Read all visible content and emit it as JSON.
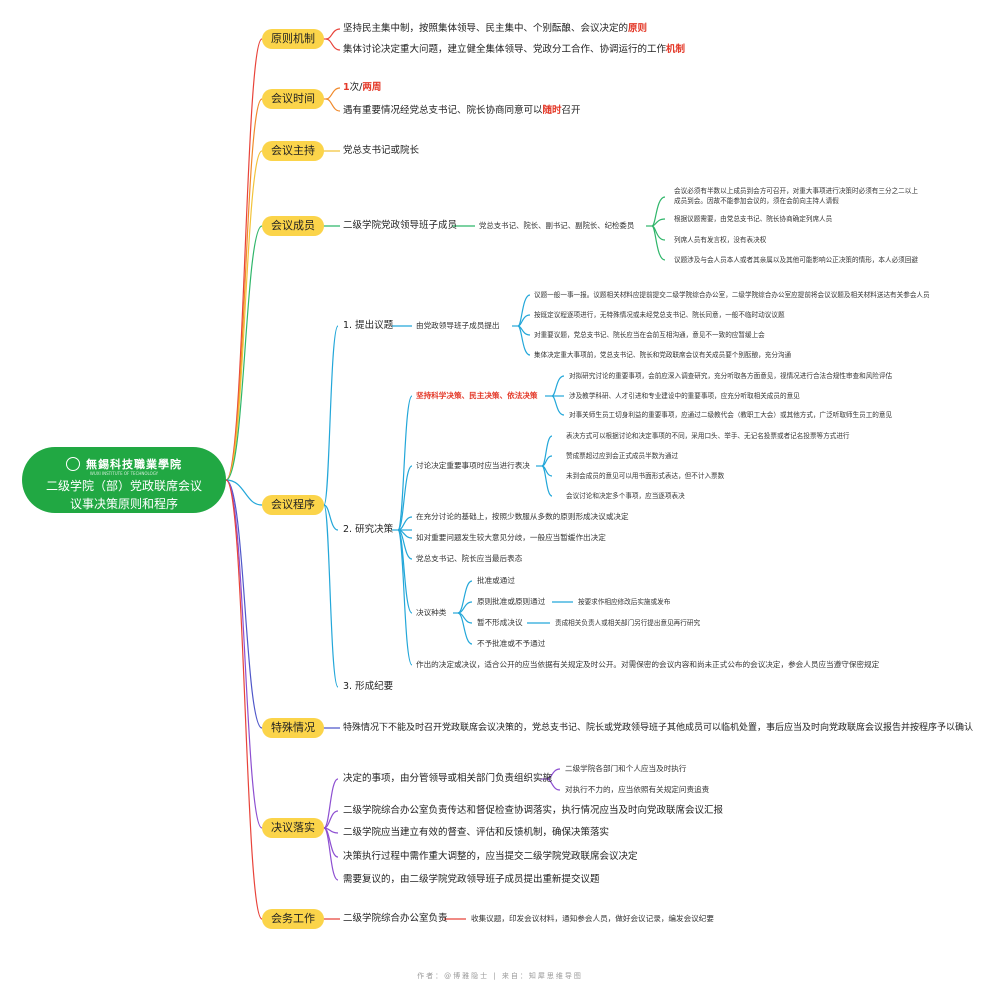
{
  "root": {
    "logo_text": "無錫科技職業學院",
    "logo_sub": "WUXI INSTITUTE OF TECHNOLOGY",
    "title_line1": "二级学院（部）党政联席会议",
    "title_line2": "议事决策原则和程序"
  },
  "topics": {
    "principle": "原则机制",
    "time": "会议时间",
    "host": "会议主持",
    "members": "会议成员",
    "procedure": "会议程序",
    "special": "特殊情况",
    "implement": "决议落实",
    "affairs": "会务工作"
  },
  "principle": {
    "l1_pre": "坚持民主集中制，按照集体领导、民主集中、个别酝酿、会议决定的",
    "l1_em": "原则",
    "l2_pre": "集体讨论决定重大问题，建立健全集体领导、党政分工合作、协调运行的工作",
    "l2_em": "机制"
  },
  "time": {
    "l1_a": "1",
    "l1_b": "次/",
    "l1_c": "两周",
    "l2_pre": "遇有重要情况经党总支书记、院长协商同意可以",
    "l2_em": "随时",
    "l2_post": "召开"
  },
  "host": {
    "text": "党总支书记或院长"
  },
  "members": {
    "main": "二级学院党政领导班子成员",
    "sub": "党总支书记、院长、副书记、副院长、纪检委员",
    "notes": [
      "会议必须有半数以上成员到会方可召开，对重大事项进行决策时必须有三分之二以上",
      "成员到会。因故不能参加会议的，须在会前向主持人请假",
      "根据议题需要，由党总支书记、院长协商确定列席人员",
      "列席人员有发言权，没有表决权",
      "议题涉及与会人员本人或者其亲属以及其他可能影响公正决策的情形，本人必须回避"
    ]
  },
  "procedure": {
    "step1": "1. 提出议题",
    "step1_child": "由党政领导班子成员提出",
    "step1_notes": [
      "议题一般一事一报。议题相关材料应提前提交二级学院综合办公室，二级学院综合办公室应提前将会议议题及相关材料送达有关参会人员",
      "按既定议程逐项进行，无特殊情况或未经党总支书记、院长同意，一般不临时动议议题",
      "对重要议题，党总支书记、院长应当在会前互相沟通，意见不一致的应暂缓上会",
      "集体决定重大事项前，党总支书记、院长和党政联席会议有关成员要个别酝酿，充分沟通"
    ],
    "step2": "2. 研究决策",
    "sci": "坚持科学决策、民主决策、依法决策",
    "sci_notes": [
      "对拟研究讨论的重要事项，会前应深入调查研究，充分听取各方面意见，视情况进行合法合规性审查和风险评估",
      "涉及教学科研、人才引进和专业建设中的重要事项，应充分听取相关成员的意见",
      "对事关师生员工切身利益的重要事项，应通过二级教代会（教职工大会）或其他方式，广泛听取师生员工的意见"
    ],
    "vote": "讨论决定重要事项时应当进行表决",
    "vote_notes": [
      "表决方式可以根据讨论和决定事项的不同，采用口头、举手、无记名投票或者记名投票等方式进行",
      "赞成票超过应到会正式成员半数为通过",
      "未到会成员的意见可以用书面形式表达，但不计入票数",
      "会议讨论和决定多个事项，应当逐项表决"
    ],
    "majority": "在充分讨论的基础上，按照少数服从多数的原则形成决议或决定",
    "disagree": "如对重要问题发生较大意见分歧，一般应当暂缓作出决定",
    "last": "党总支书记、院长应当最后表态",
    "kinds": "决议种类",
    "kind_items": [
      "批准或通过",
      "原则批准或原则通过",
      "暂不形成决议",
      "不予批准或不予通过"
    ],
    "kind_note_1": "按要求作相应修改后实施或发布",
    "kind_note_2": "责成相关负责人或相关部门另行提出意见再行研究",
    "publish": "作出的决定或决议，适合公开的应当依据有关规定及时公开。对需保密的会议内容和尚未正式公布的会议决定，参会人员应当遵守保密规定",
    "step3": "3. 形成纪要"
  },
  "special": {
    "text": "特殊情况下不能及时召开党政联席会议决策的，党总支书记、院长或党政领导班子其他成员可以临机处置，事后应当及时向党政联席会议报告并按程序予以确认"
  },
  "implement": {
    "l1": "决定的事项，由分管领导或相关部门负责组织实施",
    "l1_notes": [
      "二级学院各部门和个人应当及时执行",
      "对执行不力的，应当依照有关规定问责追责"
    ],
    "l2": "二级学院综合办公室负责传达和督促检查协调落实，执行情况应当及时向党政联席会议汇报",
    "l3": "二级学院应当建立有效的督查、评估和反馈机制，确保决策落实",
    "l4": "决策执行过程中需作重大调整的，应当提交二级学院党政联席会议决定",
    "l5": "需要复议的，由二级学院党政领导班子成员提出重新提交议题"
  },
  "affairs": {
    "main": "二级学院综合办公室负责",
    "sub": "收集议题，印发会议材料，通知参会人员，做好会议记录，编发会议纪要"
  },
  "footer": "作者：@博雅隐士 | 来自：知犀思维导图",
  "colors": {
    "root": "#21a843",
    "topic": "#fbd44a",
    "emphasis": "#e43a2a",
    "branches": [
      "#e8433a",
      "#f08a2c",
      "#f2c33a",
      "#2fb66a",
      "#23a7d9",
      "#4f57c9",
      "#8d4fd1",
      "#e8433a"
    ]
  }
}
